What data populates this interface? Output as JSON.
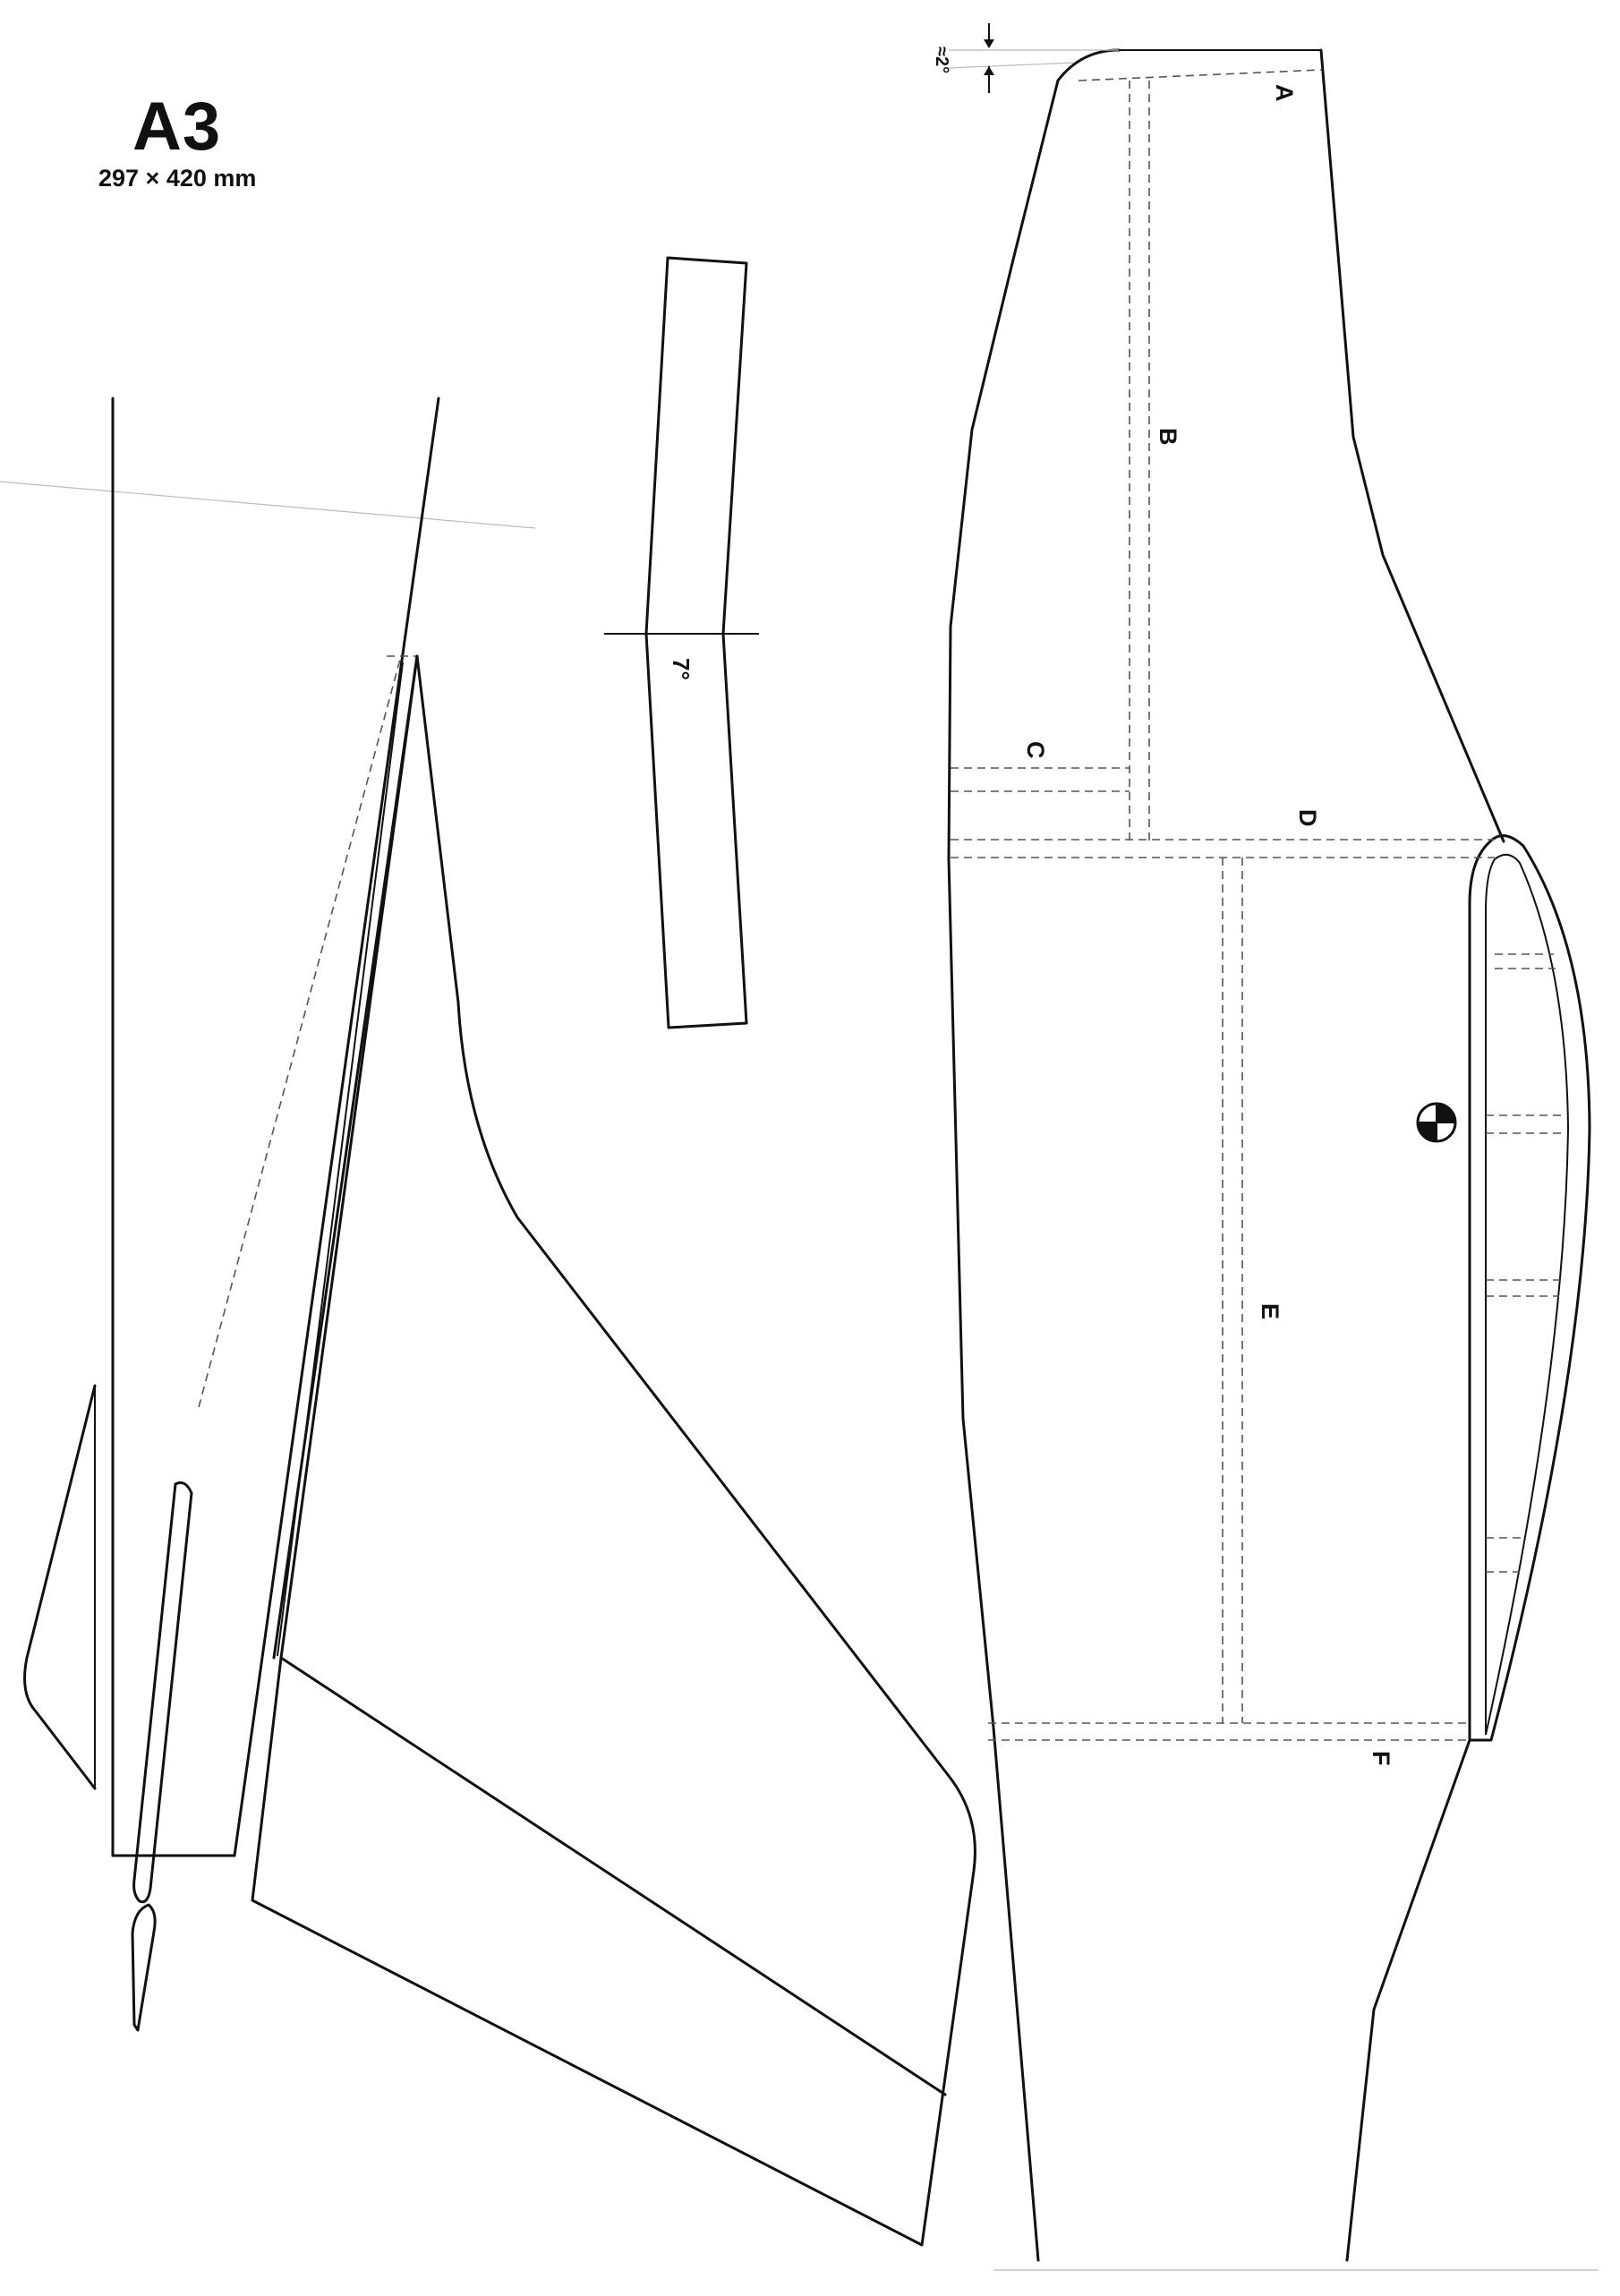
{
  "sheet": {
    "format": "A3",
    "dimensions": "297 × 420 mm"
  },
  "labels": {
    "a": "A",
    "b": "B",
    "c": "C",
    "d": "D",
    "e": "E",
    "f": "F",
    "dihedral_angle": "7°",
    "tip_angle": "≈2°"
  },
  "colors": {
    "line": "#111111",
    "dashed": "#555555",
    "background": "#ffffff"
  },
  "symbols": {
    "cg_marker": "center-of-gravity-icon"
  }
}
